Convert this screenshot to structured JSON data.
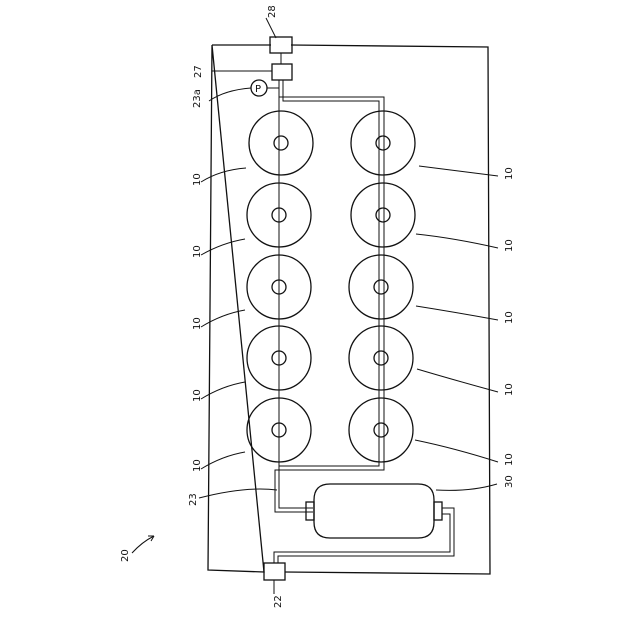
{
  "figure": {
    "labels": {
      "system": "20",
      "cylinder": "10",
      "pipe": "23",
      "pipe_branch": "23a",
      "outlet": "22",
      "valve": "27",
      "cap": "28",
      "tank": "30",
      "gauge": "P"
    }
  }
}
